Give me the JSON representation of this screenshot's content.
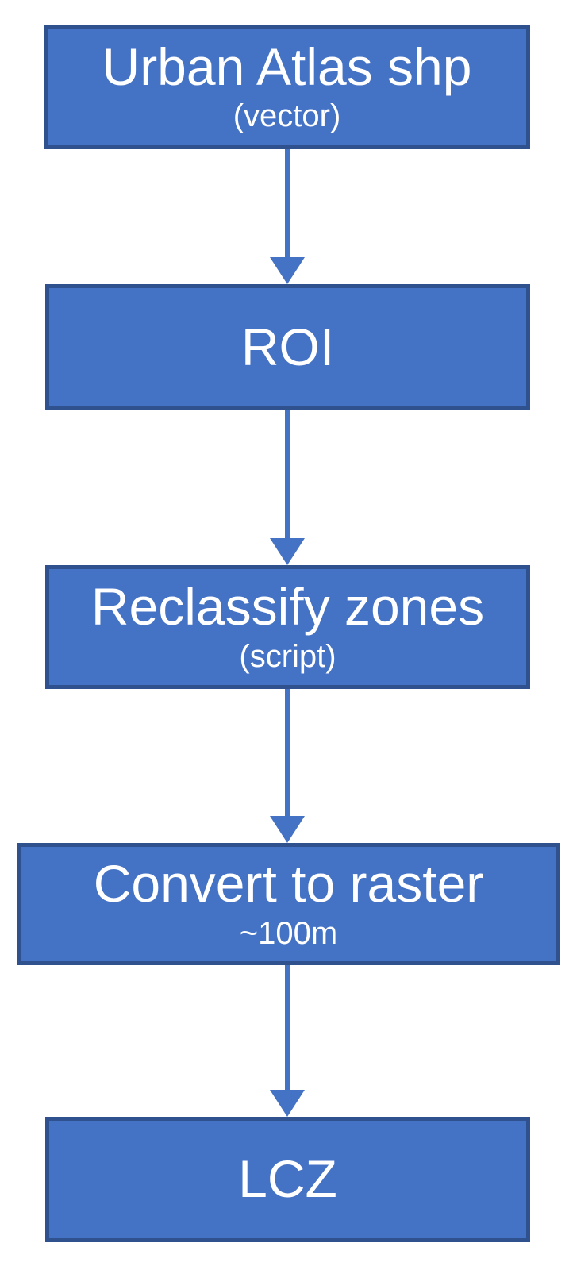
{
  "diagram": {
    "type": "flowchart",
    "orientation": "vertical",
    "colors": {
      "background": "#ffffff",
      "box_fill": "#4472C4",
      "box_border": "#2F528F",
      "arrow_color": "#4472C4",
      "text_color": "#ffffff"
    },
    "nodes": [
      {
        "id": "urban-atlas-shp",
        "title": "Urban Atlas shp",
        "subtitle": "(vector)"
      },
      {
        "id": "roi",
        "title": "ROI",
        "subtitle": ""
      },
      {
        "id": "reclassify-zones",
        "title": "Reclassify zones",
        "subtitle": "(script)"
      },
      {
        "id": "convert-to-raster",
        "title": "Convert to raster",
        "subtitle": "~100m"
      },
      {
        "id": "lcz",
        "title": "LCZ",
        "subtitle": ""
      }
    ],
    "edges": [
      {
        "from": "urban-atlas-shp",
        "to": "roi"
      },
      {
        "from": "roi",
        "to": "reclassify-zones"
      },
      {
        "from": "reclassify-zones",
        "to": "convert-to-raster"
      },
      {
        "from": "convert-to-raster",
        "to": "lcz"
      }
    ]
  }
}
